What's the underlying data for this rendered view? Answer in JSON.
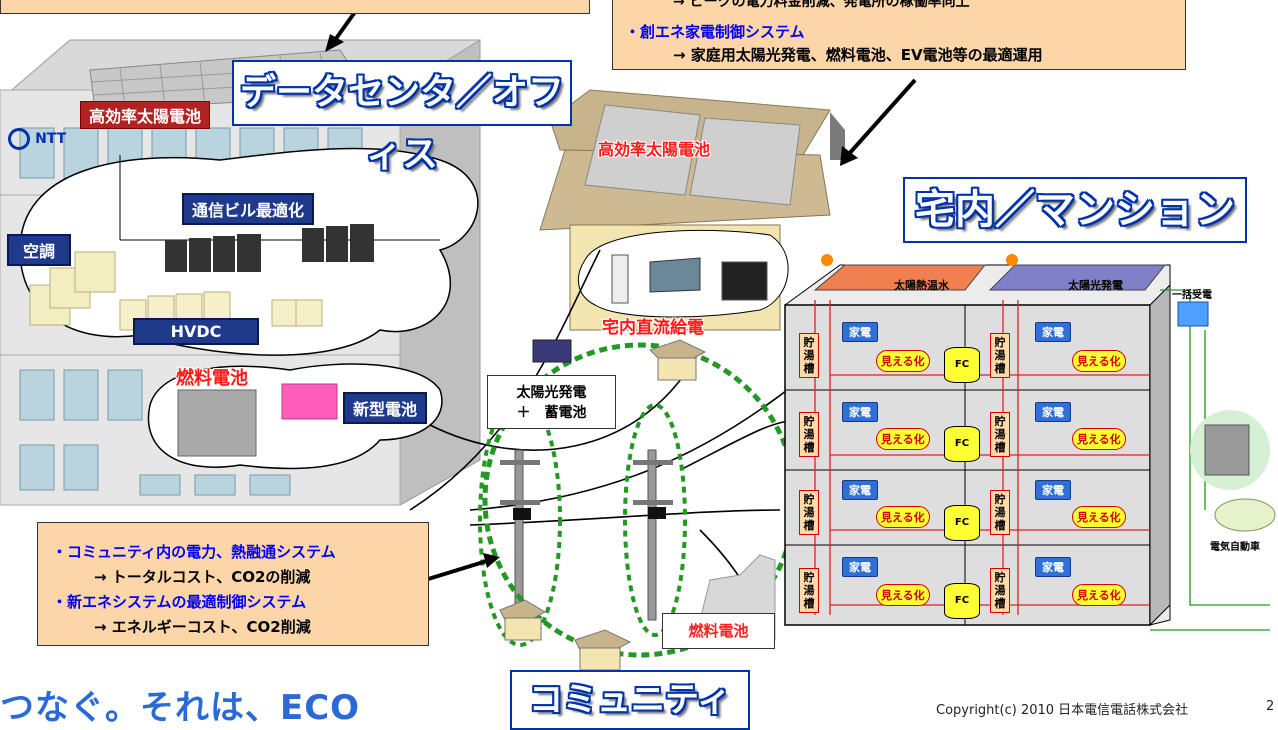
{
  "callouts": {
    "top_right": {
      "line1_partial": "→ ピークの電力料金削減、発電所の稼働率向上",
      "line2": "・創エネ家電制御システム",
      "line3": "→ 家庭用太陽光発電、燃料電池、EV電池等の最適運用"
    },
    "bottom_left": {
      "line1": "・コミュニティ内の電力、熱融通システム",
      "line2": "→ トータルコスト、CO2の削減",
      "line3": "・新エネシステムの最適制御システム",
      "line4": "→ エネルギーコスト、CO2削減"
    }
  },
  "titles": {
    "datacenter": "データセンタ／オフィス",
    "home": "宅内／マンション",
    "community": "コミュニティ"
  },
  "datacenter": {
    "solar": "高効率太陽電池",
    "ntt_logo": "NTT",
    "optimize": "通信ビル最適化",
    "aircon": "空調",
    "hvdc": "HVDC",
    "fuel_cell": "燃料電池",
    "new_battery": "新型電池"
  },
  "house": {
    "solar": "高効率太陽電池",
    "dc_supply": "宅内直流給電"
  },
  "community": {
    "solar_storage_line1": "太陽光発電",
    "solar_storage_line2": "＋　蓄電池",
    "fuel_cell": "燃料電池"
  },
  "mansion": {
    "solar_heat": "太陽熱温水",
    "solar_power": "太陽光発電",
    "bulk_receive": "一括受電",
    "ev": "電気自動車",
    "kaden": "家電",
    "mieru": "見える化",
    "fc": "FC",
    "tank": "貯湯槽"
  },
  "footer": {
    "slogan": "つなぐ。それは、ECO",
    "copyright": "Copyright(c) 2010 日本電信電話株式会社",
    "page": "2"
  },
  "colors": {
    "callout_bg": "#fcd5a8",
    "title_blue": "#0033aa",
    "eco_blue": "#2a6ad6"
  }
}
